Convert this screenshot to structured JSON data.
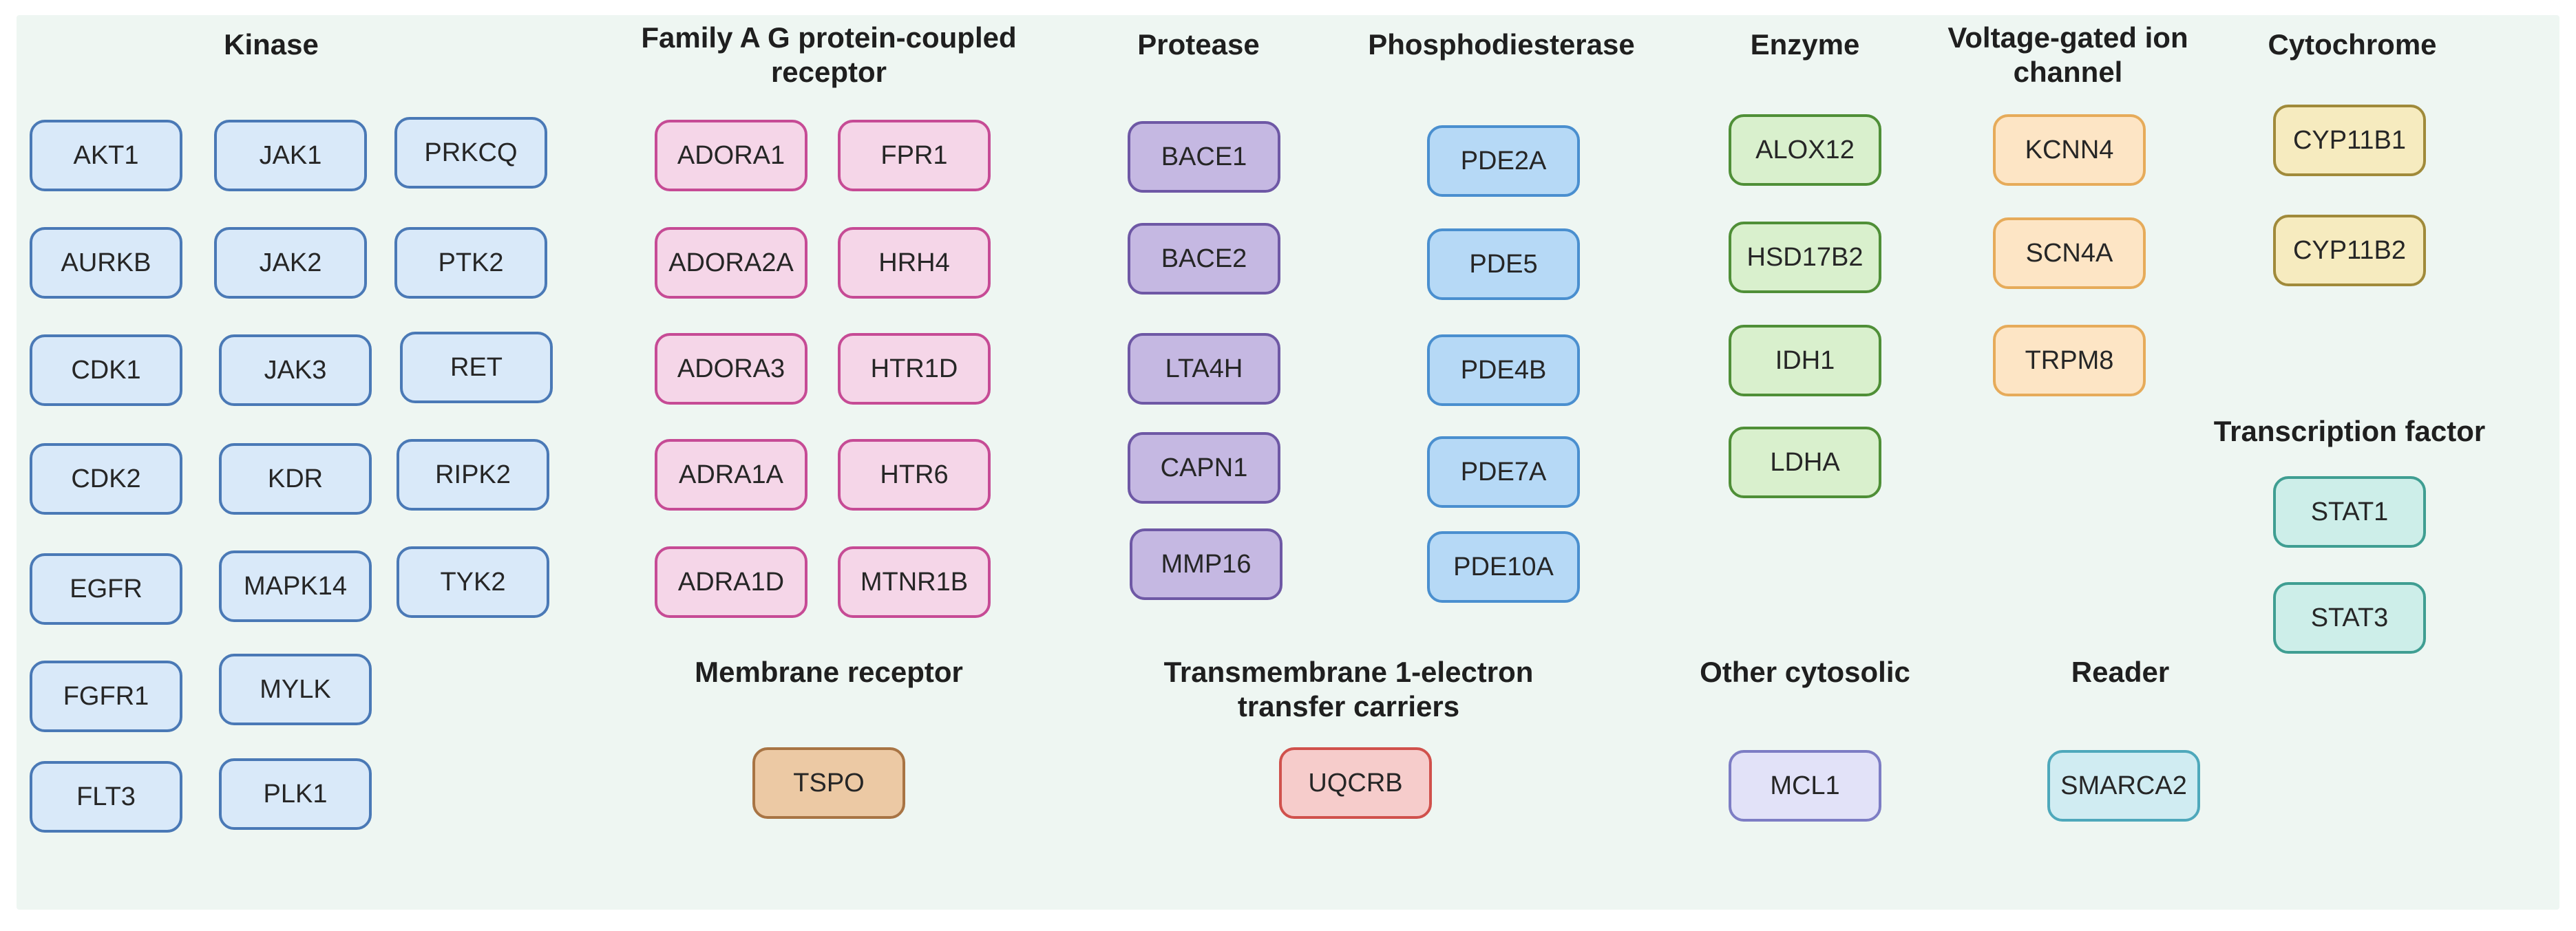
{
  "categories": [
    {
      "id": "kinase",
      "title": [
        "Kinase"
      ],
      "chips": [
        "AKT1",
        "JAK1",
        "PRKCQ",
        "AURKB",
        "JAK2",
        "PTK2",
        "CDK1",
        "JAK3",
        "RET",
        "CDK2",
        "KDR",
        "RIPK2",
        "EGFR",
        "MAPK14",
        "TYK2",
        "FGFR1",
        "MYLK",
        "FLT3",
        "PLK1"
      ]
    },
    {
      "id": "gpcr",
      "title": [
        "Family A G protein-coupled",
        "receptor"
      ],
      "chips": [
        "ADORA1",
        "FPR1",
        "ADORA2A",
        "HRH4",
        "ADORA3",
        "HTR1D",
        "ADRA1A",
        "HTR6",
        "ADRA1D",
        "MTNR1B"
      ]
    },
    {
      "id": "protease",
      "title": [
        "Protease"
      ],
      "chips": [
        "BACE1",
        "BACE2",
        "LTA4H",
        "CAPN1",
        "MMP16"
      ]
    },
    {
      "id": "pde",
      "title": [
        "Phosphodiesterase"
      ],
      "chips": [
        "PDE2A",
        "PDE5",
        "PDE4B",
        "PDE7A",
        "PDE10A"
      ]
    },
    {
      "id": "enzyme",
      "title": [
        "Enzyme"
      ],
      "chips": [
        "ALOX12",
        "HSD17B2",
        "IDH1",
        "LDHA"
      ]
    },
    {
      "id": "vgic",
      "title": [
        "Voltage-gated ion",
        "channel"
      ],
      "chips": [
        "KCNN4",
        "SCN4A",
        "TRPM8"
      ]
    },
    {
      "id": "cyto",
      "title": [
        "Cytochrome"
      ],
      "chips": [
        "CYP11B1",
        "CYP11B2"
      ]
    },
    {
      "id": "tf",
      "title": [
        "Transcription factor"
      ],
      "chips": [
        "STAT1",
        "STAT3"
      ]
    },
    {
      "id": "membrane",
      "title": [
        "Membrane receptor"
      ],
      "chips": [
        "TSPO"
      ]
    },
    {
      "id": "tm",
      "title": [
        "Transmembrane 1-electron",
        "transfer carriers"
      ],
      "chips": [
        "UQCRB"
      ]
    },
    {
      "id": "other",
      "title": [
        "Other cytosolic"
      ],
      "chips": [
        "MCL1"
      ]
    },
    {
      "id": "reader",
      "title": [
        "Reader"
      ],
      "chips": [
        "SMARCA2"
      ]
    }
  ]
}
